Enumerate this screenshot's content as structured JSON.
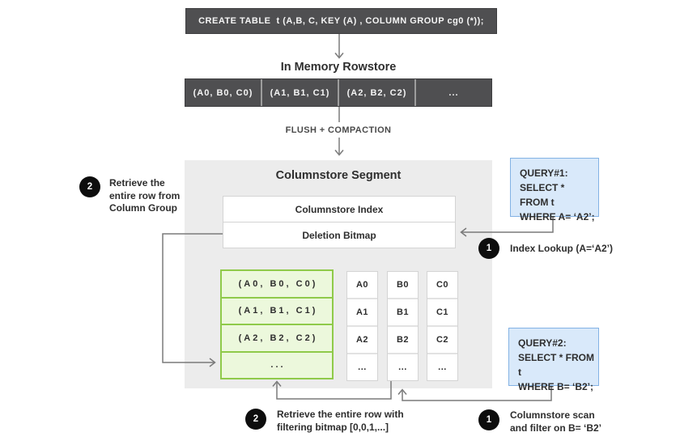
{
  "colors": {
    "dark_bar": "#4f4f51",
    "dark_border": "#3e3e40",
    "cell_divider": "#9d9d9d",
    "segment_bg": "#ececec",
    "green_fill": "#ecf8dc",
    "green_border": "#8fca4a",
    "blue_fill": "#d9e9fa",
    "blue_border": "#83b2e4",
    "badge": "#0d0d0d",
    "line": "#7a7a7a",
    "text": "#2e2e2e",
    "box_border": "#d4d4d4"
  },
  "create_table": {
    "sql": "CREATE TABLE  t (A,B, C, KEY (A) , COLUMN GROUP cg0 (*));"
  },
  "rowstore": {
    "title": "In Memory Rowstore",
    "cells": [
      "(A0, B0, C0)",
      "(A1, B1, C1)",
      "(A2, B2, C2)",
      "..."
    ],
    "flush_label": "FLUSH + COMPACTION"
  },
  "segment": {
    "title": "Columnstore Segment",
    "index_label": "Columnstore Index",
    "bitmap_label": "Deletion Bitmap",
    "column_group": {
      "cells": [
        "(A0, B0, C0)",
        "(A1, B1, C1)",
        "(A2, B2, C2)",
        "..."
      ]
    },
    "columns": [
      {
        "name": "A",
        "cells": [
          "A0",
          "A1",
          "A2",
          "..."
        ]
      },
      {
        "name": "B",
        "cells": [
          "B0",
          "B1",
          "B2",
          "..."
        ]
      },
      {
        "name": "C",
        "cells": [
          "C0",
          "C1",
          "C2",
          "..."
        ]
      }
    ]
  },
  "queries": {
    "q1": {
      "lines": [
        "QUERY#1:",
        "SELECT * FROM t",
        "WHERE A= ‘A2’;"
      ]
    },
    "q2": {
      "lines": [
        "QUERY#2:",
        "SELECT * FROM t",
        "WHERE B= ‘B2’;"
      ]
    }
  },
  "annotations": {
    "step1_right": {
      "badge": "1",
      "text": "Index Lookup (A=‘A2’)"
    },
    "step2_left": {
      "badge": "2",
      "lines": [
        "Retrieve the",
        "entire row from",
        "Column Group"
      ]
    },
    "step2_bottom": {
      "badge": "2",
      "lines": [
        "Retrieve the entire row with",
        "filtering bitmap [0,0,1,...]"
      ]
    },
    "step1_bottom": {
      "badge": "1",
      "lines": [
        "Columnstore scan",
        "and filter on B= ‘B2’"
      ]
    }
  }
}
